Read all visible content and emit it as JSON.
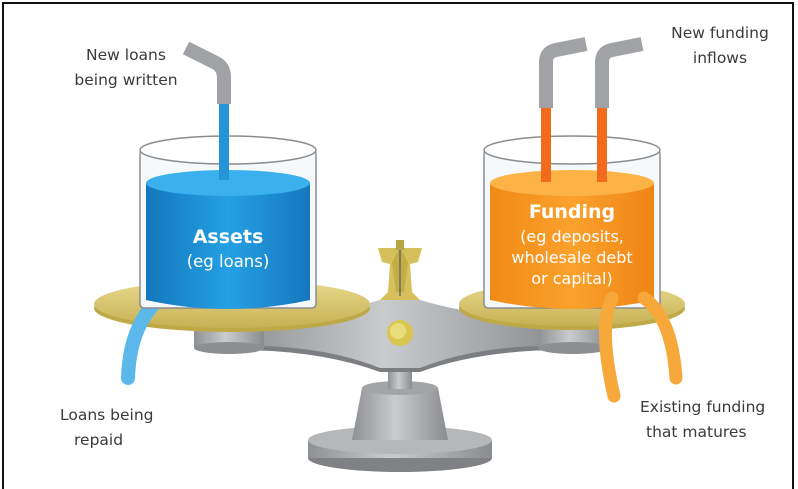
{
  "labels": {
    "new_loans_line1": "New loans",
    "new_loans_line2": "being written",
    "new_funding_line1": "New funding",
    "new_funding_line2": "inflows",
    "loans_repaid_line1": "Loans being",
    "loans_repaid_line2": "repaid",
    "existing_funding_line1": "Existing funding",
    "existing_funding_line2": "that matures"
  },
  "assets": {
    "title": "Assets",
    "subtitle": "(eg loans)"
  },
  "funding": {
    "title": "Funding",
    "sub_line1": "(eg deposits,",
    "sub_line2": "wholesale debt",
    "sub_line3": "or capital)"
  },
  "colors": {
    "assets_liquid": "#1a8fd6",
    "funding_liquid": "#f7931e",
    "scale_grey": "#a7a9ac",
    "plate_gold": "#d9c56a",
    "text": "#3a3a3a"
  }
}
